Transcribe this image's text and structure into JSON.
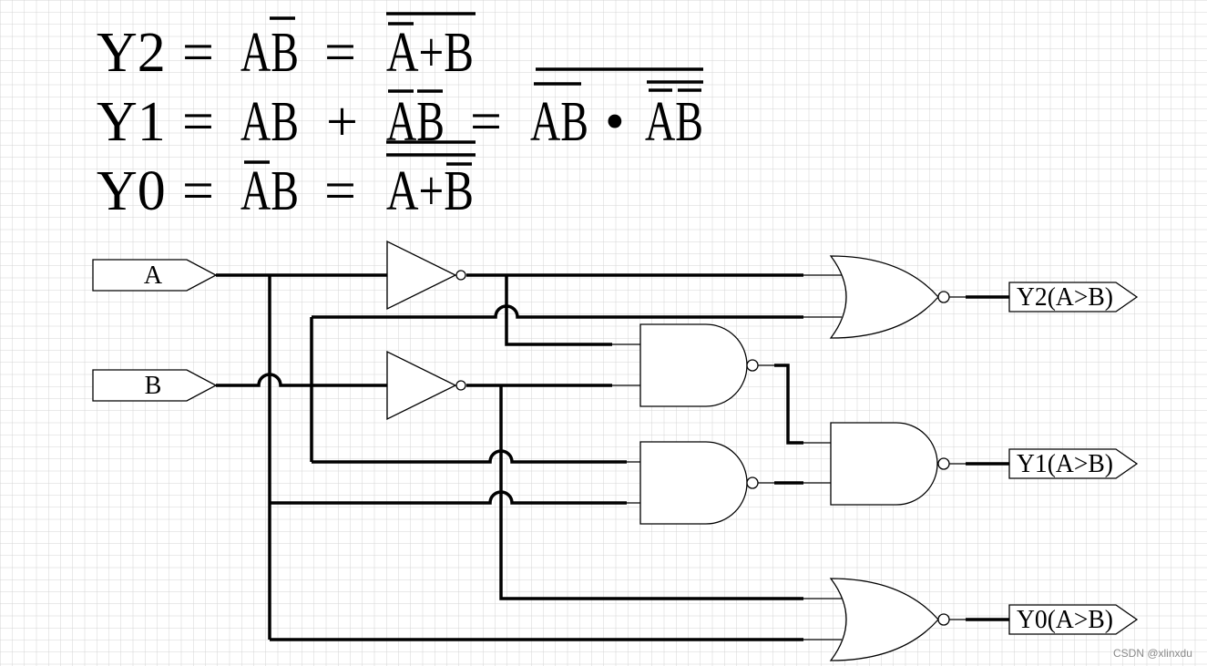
{
  "equations": {
    "y2": {
      "lhs": "Y2",
      "eq1": "=",
      "mid": "AB",
      "eq2": "=",
      "rhs": "A+B"
    },
    "y1": {
      "lhs": "Y1",
      "eq1": "=",
      "t1": "AB",
      "plus": "+",
      "t2": "AB",
      "eq2": "=",
      "r1": "AB",
      "dot": "•",
      "r2": "AB"
    },
    "y0": {
      "lhs": "Y0",
      "eq1": "=",
      "mid": "AB",
      "eq2": "=",
      "rhs": "A+B"
    }
  },
  "ports": {
    "input_a": "A",
    "input_b": "B",
    "out_y2": "Y2(A>B)",
    "out_y1": "Y1(A>B)",
    "out_y0": "Y0(A>B)"
  },
  "watermark": "CSDN @xlinxdu",
  "colors": {
    "grid": "#d4d4d4",
    "ink": "#000000",
    "background": "#ffffff"
  }
}
